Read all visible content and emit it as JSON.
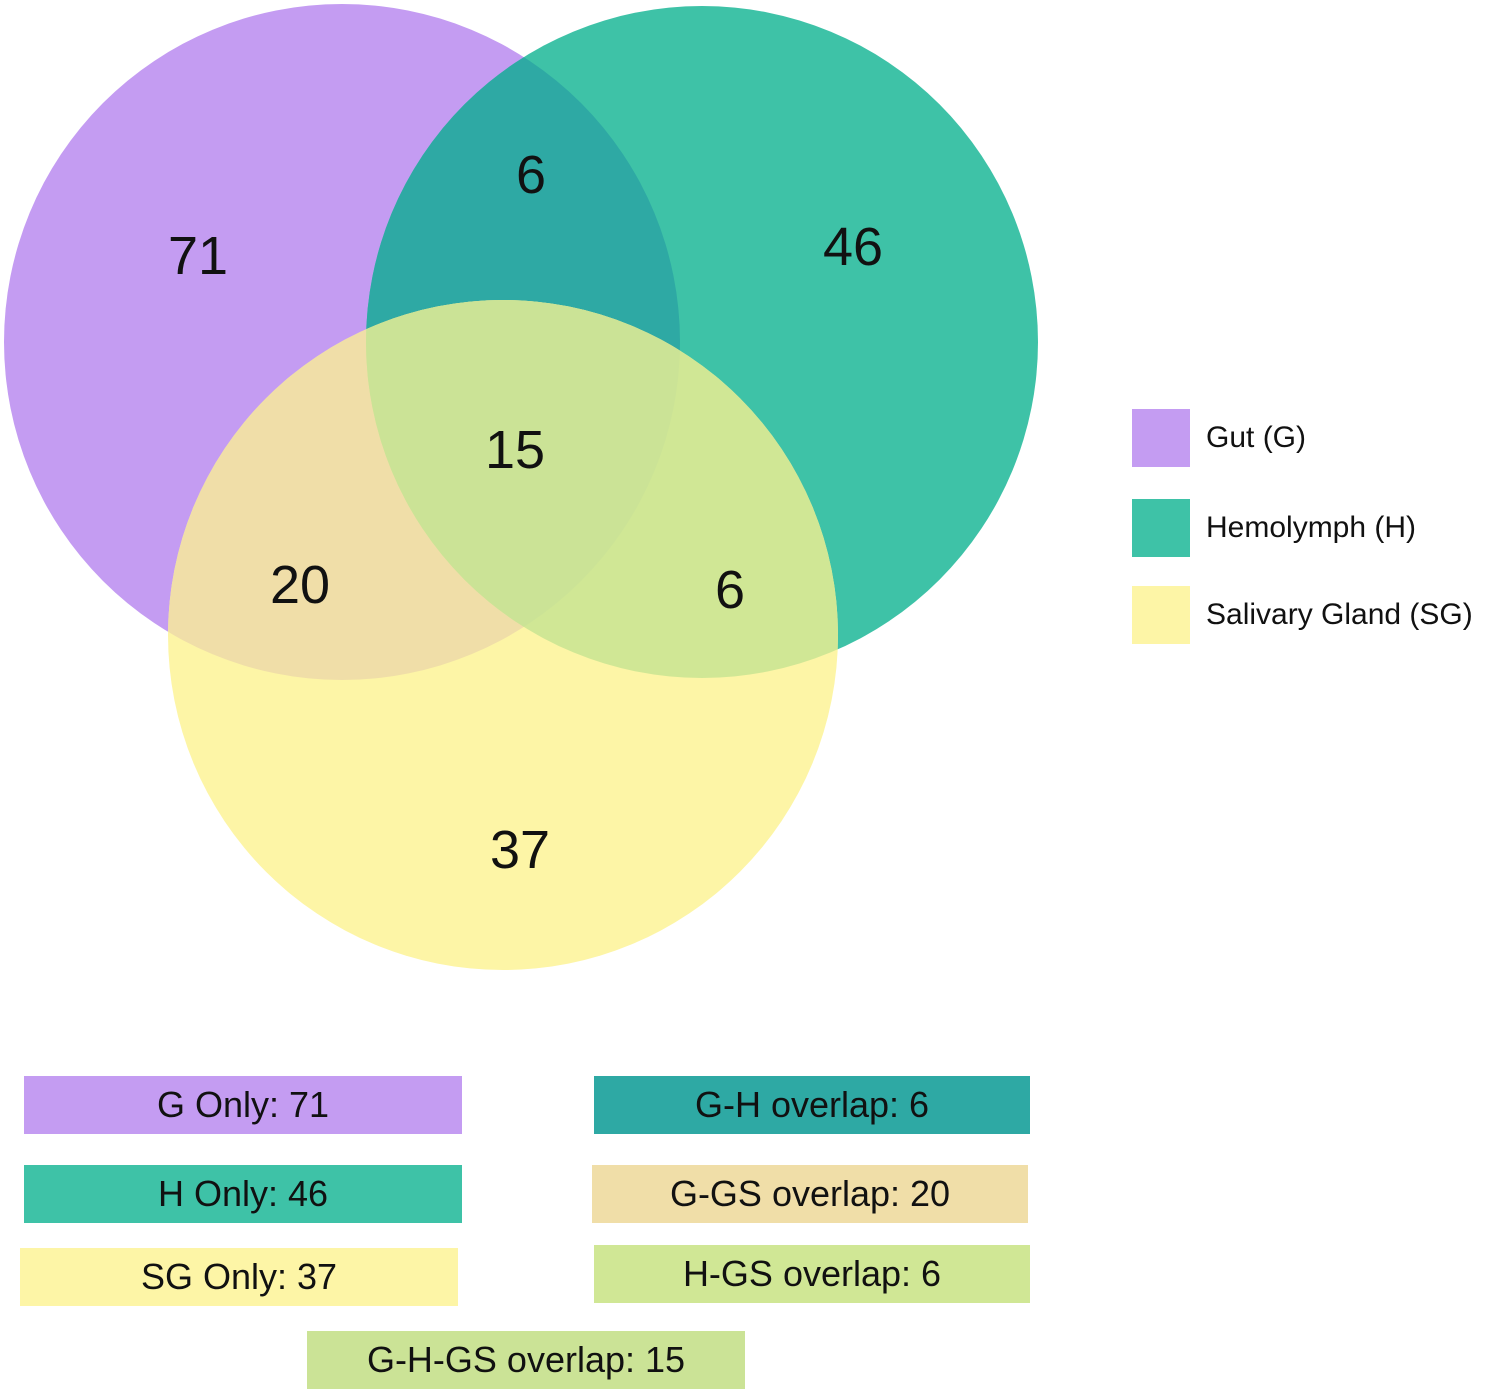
{
  "sets": [
    {
      "id": "G",
      "legend_label": "Gut (G)",
      "color": "#c49cf2"
    },
    {
      "id": "H",
      "legend_label": "Hemolymph (H)",
      "color": "#3ec2a7"
    },
    {
      "id": "SG",
      "legend_label": "Salivary Gland (SG)",
      "color": "#fdf5a6"
    }
  ],
  "regions": {
    "g_only": "71",
    "h_only": "46",
    "sg_only": "37",
    "g_h": "6",
    "g_sg": "20",
    "h_sg": "6",
    "g_h_sg": "15"
  },
  "summary": {
    "g_only": "G Only: 71",
    "h_only": "H Only: 46",
    "sg_only": "SG Only: 37",
    "g_h": "G-H overlap: 6",
    "g_gs": "G-GS overlap: 20",
    "h_gs": "H-GS overlap: 6",
    "g_h_gs": "G-H-GS overlap: 15"
  },
  "colors": {
    "g": "#c49cf2",
    "h": "#3ec2a7",
    "sg": "#fdf5a6",
    "g_h": "#2ea9a4",
    "g_sg": "#f0dea8",
    "h_sg": "#d0e795",
    "g_h_sg": "#cbe396"
  }
}
